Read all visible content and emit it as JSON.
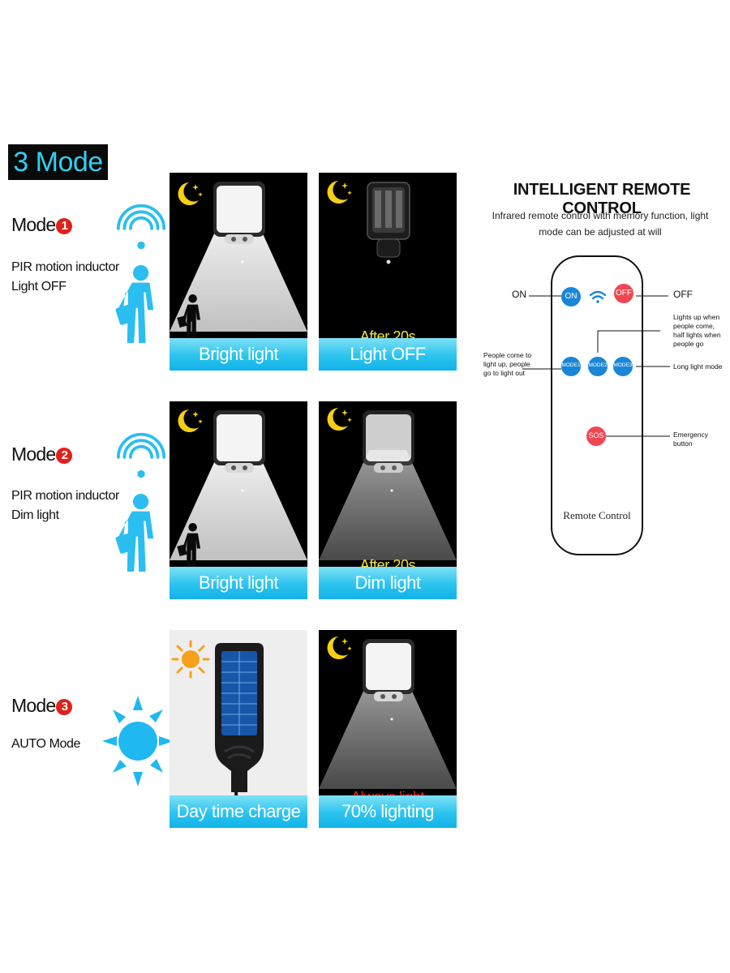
{
  "header": {
    "title": "3 Mode"
  },
  "modes": [
    {
      "label": "Mode",
      "number": "1",
      "line1": "PIR motion inductor",
      "line2": "Light OFF"
    },
    {
      "label": "Mode",
      "number": "2",
      "line1": "PIR motion inductor",
      "line2": "Dim light"
    },
    {
      "label": "Mode",
      "number": "3",
      "line1": "AUTO Mode"
    }
  ],
  "panels": [
    {
      "caption": "Bright light",
      "note": ""
    },
    {
      "caption": "Light OFF",
      "note": "After 20s"
    },
    {
      "caption": "Bright light",
      "note": ""
    },
    {
      "caption": "Dim light",
      "note": "After 20s"
    },
    {
      "caption": "Day time charge",
      "note": ""
    },
    {
      "caption": "70% lighting",
      "note": "Always light"
    }
  ],
  "remote": {
    "title": "INTELLIGENT REMOTE CONTROL",
    "subtitle_line1": "Infrared remote control with memory function, light",
    "subtitle_line2": "mode can be adjusted at will",
    "buttons": {
      "on": "ON",
      "off": "OFF",
      "mode1": "MODE1",
      "mode2": "MODE2",
      "mode3": "MODE3",
      "sos": "SOS"
    },
    "device_label": "Remote Control",
    "callouts": {
      "on": "ON",
      "off": "OFF",
      "mode2_line1": "Lights up when",
      "mode2_line2": "people come,",
      "mode2_line3": "half lights when",
      "mode2_line4": "people go",
      "mode1_line1": "People come to",
      "mode1_line2": "light up, people",
      "mode1_line3": "go to light out",
      "mode3": "Long light mode",
      "sos_line1": "Emergency",
      "sos_line2": "button"
    }
  },
  "colors": {
    "accent_cyan": "#2bc3ee",
    "badge_text": "#2fd0f2",
    "note_yellow": "#f2e23a",
    "note_red": "#e8261e",
    "remote_blue": "#1a86d8",
    "remote_red": "#f04752"
  },
  "icons": [
    "motion-wave-icon",
    "person-icon",
    "sun-icon",
    "moon-icon",
    "wifi-icon"
  ]
}
